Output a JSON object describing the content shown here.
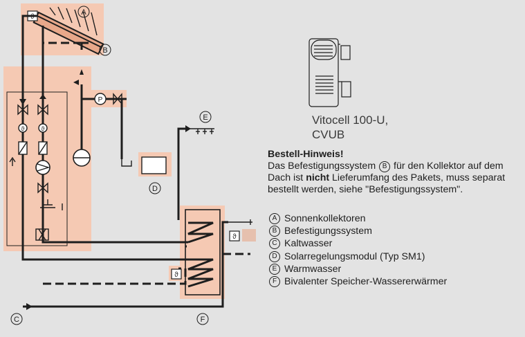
{
  "markers": {
    "a": "A",
    "b": "B",
    "c": "C",
    "d": "D",
    "e": "E",
    "f": "F",
    "sensor": "ϑ",
    "pump": "P"
  },
  "product": {
    "name_line1": "Vitocell 100-U,",
    "name_line2": "CVUB"
  },
  "order_note": {
    "title": "Bestell-Hinweis!",
    "line1_before": "Das Befestigungssystem",
    "line1_marker": "B",
    "line1_after": "für den Kollektor auf dem",
    "line2_before": "Dach ist",
    "line2_bold": "nicht",
    "line2_after": "Lieferumfang des Pakets, muss separat",
    "line3": "bestellt werden, siehe \"Befestigungssystem\"."
  },
  "legend": [
    {
      "key": "A",
      "label": "Sonnenkollektoren"
    },
    {
      "key": "B",
      "label": "Befestigungssystem"
    },
    {
      "key": "C",
      "label": "Kaltwasser"
    },
    {
      "key": "D",
      "label": "Solarregelungsmodul (Typ SM1)"
    },
    {
      "key": "E",
      "label": "Warmwasser"
    },
    {
      "key": "F",
      "label": "Bivalenter Speicher-Wassererwärmer"
    }
  ],
  "colors": {
    "background": "#e3e3e3",
    "highlight": "#f5c9b3",
    "line": "#1e1e1e"
  }
}
